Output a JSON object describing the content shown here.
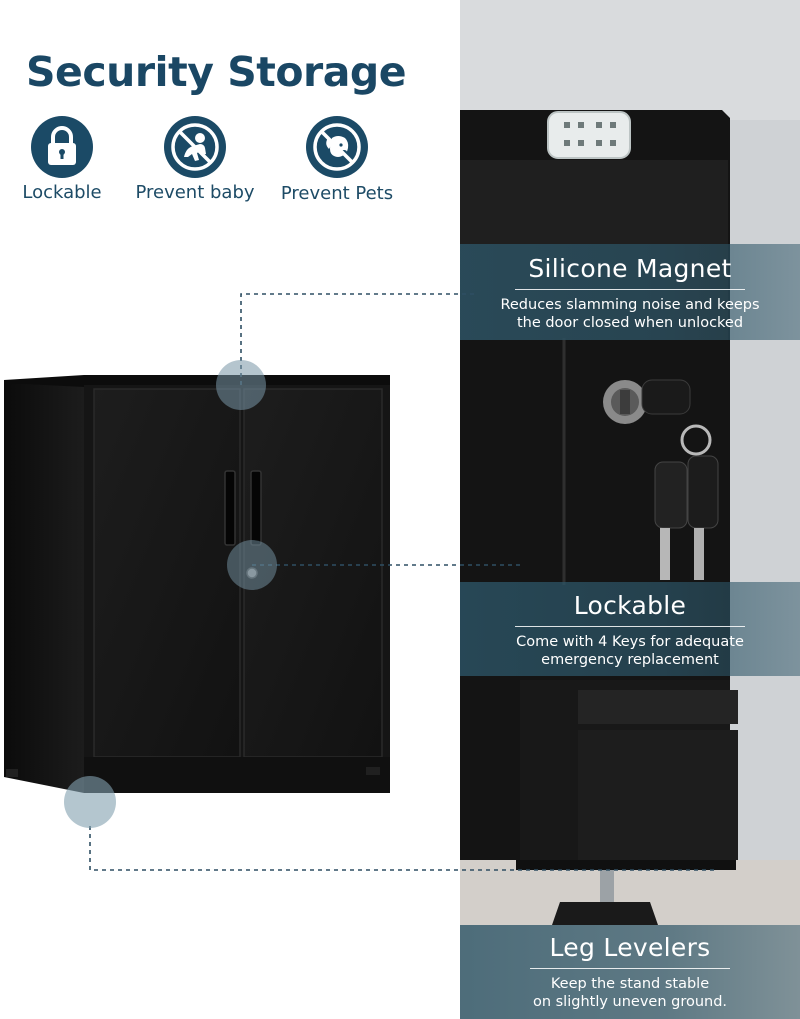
{
  "header": {
    "title": "Security Storage",
    "features": [
      {
        "label": "Lockable",
        "icon": "padlock-icon"
      },
      {
        "label": "Prevent baby",
        "icon": "no-baby-icon"
      },
      {
        "label": "Prevent Pets",
        "icon": "no-pets-icon"
      }
    ]
  },
  "callouts": {
    "magnet": {
      "title": "Silicone Magnet",
      "line1": "Reduces slamming noise and keeps",
      "line2": "the door closed when unlocked"
    },
    "lock": {
      "title": "Lockable",
      "line1": "Come with 4 Keys for adequate",
      "line2": "emergency replacement"
    },
    "leg": {
      "title": "Leg Levelers",
      "line1": "Keep the stand stable",
      "line2": "on slightly uneven ground."
    }
  },
  "theme": {
    "accent": "#1b4a66",
    "title_color": "#1a4764",
    "label_color": "#1d4b66",
    "banner_bg": "#2c5466",
    "cabinet_color": "#161616"
  }
}
